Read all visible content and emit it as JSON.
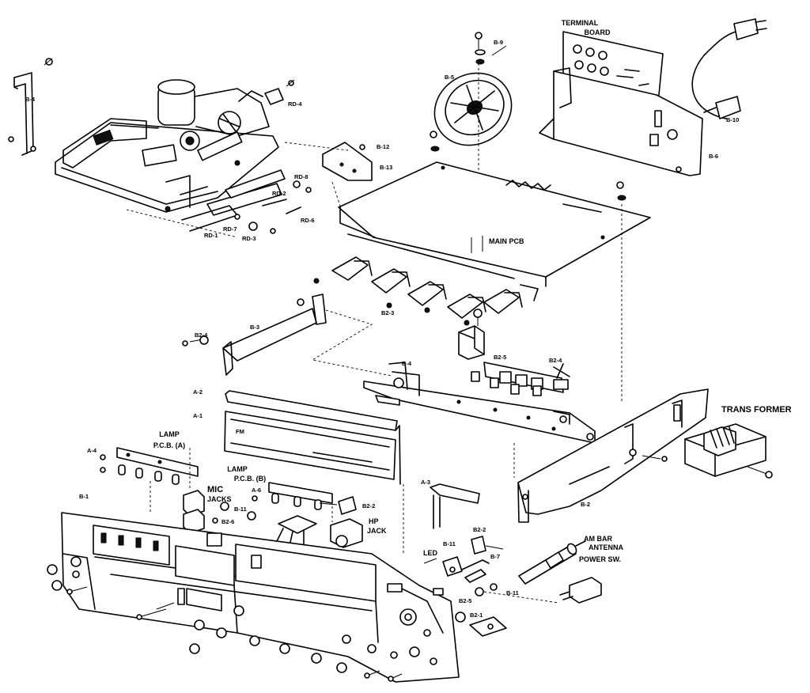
{
  "labels": {
    "terminal_board": [
      "TERMINAL",
      "BOARD"
    ],
    "main_pcb": "MAIN PCB",
    "trans_former": "TRANS FORMER",
    "lamp_pcb_a": [
      "LAMP",
      "P.C.B. (A)"
    ],
    "lamp_pcb_b": [
      "LAMP",
      "P.C.B. (B)"
    ],
    "mic_jacks": [
      "MIC",
      "JACKS"
    ],
    "hp_jack": [
      "HP",
      "JACK"
    ],
    "led": "LED",
    "am_bar_antenna": [
      "AM  BAR",
      "ANTENNA"
    ],
    "power_sw": "POWER SW.",
    "fm": "FM"
  },
  "part_refs": {
    "b4_top": "B-4",
    "b9": "B-9",
    "b5": "B-5",
    "b10": "B-10",
    "b6": "B-6",
    "rd4": "RD-4",
    "b12": "B-12",
    "b13": "B-13",
    "rd8": "RD-8",
    "rd2": "RD-2",
    "rd6": "RD-6",
    "rd1": "RD-1",
    "rd7": "RD-7",
    "rd3": "RD-3",
    "b2_3": "B2-3",
    "b3": "B-3",
    "b2_4_left": "B2-4",
    "b4_mid": "B-4",
    "b2_5": "B2-5",
    "b2_4_right": "B2-4",
    "a2": "A-2",
    "a1": "A-1",
    "a4": "A-4",
    "a6": "A-6",
    "a3": "A-3",
    "b2_2": "B2-2",
    "b11_left": "B-11",
    "b2_6": "B2-6",
    "b11_led": "B-11",
    "b2_2_right": "B2-2",
    "b7": "B-7",
    "b2_5_bottom": "B2-5",
    "b11_bottom": "B-11",
    "b2_1": "B2-1",
    "b2": "B-2",
    "b1": "B-1"
  }
}
